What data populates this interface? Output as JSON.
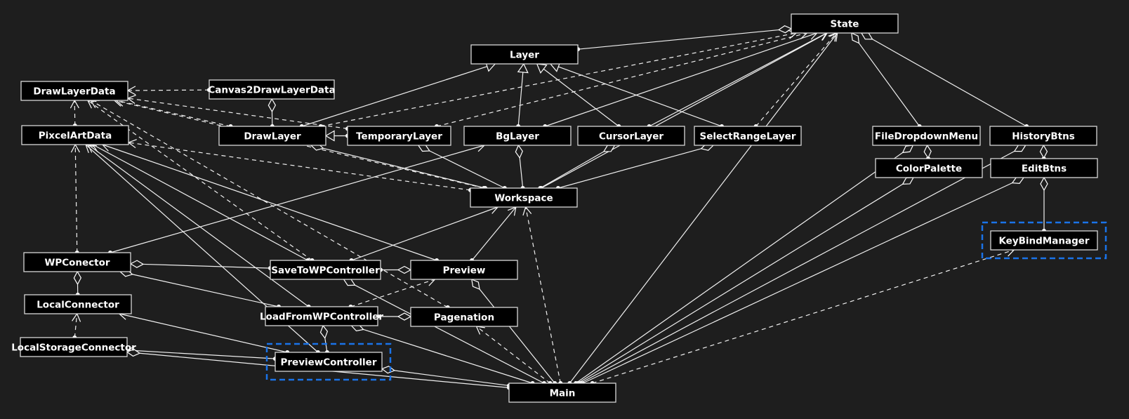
{
  "diagram": {
    "title": "Class diagram",
    "colors": {
      "background": "#1e1e1e",
      "node_fill": "#000000",
      "node_stroke": "#d8d8d8",
      "edge": "#f0f0f0",
      "highlight": "#1a73e8"
    },
    "nodes": [
      {
        "id": "State",
        "label": "State"
      },
      {
        "id": "Layer",
        "label": "Layer"
      },
      {
        "id": "DrawLayerData",
        "label": "DrawLayerData"
      },
      {
        "id": "Canvas2DrawLayerData",
        "label": "Canvas2DrawLayerData"
      },
      {
        "id": "PixcelArtData",
        "label": "PixcelArtData"
      },
      {
        "id": "DrawLayer",
        "label": "DrawLayer"
      },
      {
        "id": "TemporaryLayer",
        "label": "TemporaryLayer"
      },
      {
        "id": "BgLayer",
        "label": "BgLayer"
      },
      {
        "id": "CursorLayer",
        "label": "CursorLayer"
      },
      {
        "id": "SelectRangeLayer",
        "label": "SelectRangeLayer"
      },
      {
        "id": "FileDropdownMenu",
        "label": "FileDropdownMenu"
      },
      {
        "id": "HistoryBtns",
        "label": "HistoryBtns"
      },
      {
        "id": "ColorPalette",
        "label": "ColorPalette"
      },
      {
        "id": "EditBtns",
        "label": "EditBtns"
      },
      {
        "id": "Workspace",
        "label": "Workspace"
      },
      {
        "id": "KeyBindManager",
        "label": "KeyBindManager"
      },
      {
        "id": "WPConector",
        "label": "WPConector"
      },
      {
        "id": "SaveToWPController",
        "label": "SaveToWPController"
      },
      {
        "id": "Preview",
        "label": "Preview"
      },
      {
        "id": "LocalConnector",
        "label": "LocalConnector"
      },
      {
        "id": "LoadFromWPController",
        "label": "LoadFromWPController"
      },
      {
        "id": "Pagenation",
        "label": "Pagenation"
      },
      {
        "id": "LocalStorageConnector",
        "label": "LocalStorageConnector"
      },
      {
        "id": "PreviewController",
        "label": "PreviewController"
      },
      {
        "id": "Main",
        "label": "Main"
      }
    ],
    "highlighted": [
      "KeyBindManager",
      "PreviewController"
    ],
    "edges": [
      {
        "from": "Layer",
        "to": "State",
        "type": "aggregation"
      },
      {
        "from": "DrawLayer",
        "to": "Layer",
        "type": "inheritance"
      },
      {
        "from": "BgLayer",
        "to": "Layer",
        "type": "inheritance"
      },
      {
        "from": "CursorLayer",
        "to": "Layer",
        "type": "inheritance"
      },
      {
        "from": "SelectRangeLayer",
        "to": "Layer",
        "type": "inheritance"
      },
      {
        "from": "TemporaryLayer",
        "to": "DrawLayer",
        "type": "inheritance"
      },
      {
        "from": "Canvas2DrawLayerData",
        "to": "DrawLayerData",
        "type": "dependency"
      },
      {
        "from": "DrawLayer",
        "to": "Canvas2DrawLayerData",
        "type": "aggregation"
      },
      {
        "from": "PixcelArtData",
        "to": "DrawLayerData",
        "type": "dependency"
      },
      {
        "from": "DrawLayer",
        "to": "DrawLayerData",
        "type": "dependency"
      },
      {
        "from": "TemporaryLayer",
        "to": "DrawLayerData",
        "type": "dependency"
      },
      {
        "from": "Workspace",
        "to": "DrawLayerData",
        "type": "dependency"
      },
      {
        "from": "Workspace",
        "to": "PixcelArtData",
        "type": "dependency"
      },
      {
        "from": "TemporaryLayer",
        "to": "State",
        "type": "dependency"
      },
      {
        "from": "DrawLayer",
        "to": "State",
        "type": "dependency"
      },
      {
        "from": "BgLayer",
        "to": "State",
        "type": "association"
      },
      {
        "from": "CursorLayer",
        "to": "State",
        "type": "association"
      },
      {
        "from": "SelectRangeLayer",
        "to": "State",
        "type": "dependency"
      },
      {
        "from": "Workspace",
        "to": "State",
        "type": "association"
      },
      {
        "from": "FileDropdownMenu",
        "to": "State",
        "type": "aggregation"
      },
      {
        "from": "HistoryBtns",
        "to": "State",
        "type": "aggregation"
      },
      {
        "from": "ColorPalette",
        "to": "FileDropdownMenu",
        "type": "aggregation"
      },
      {
        "from": "EditBtns",
        "to": "HistoryBtns",
        "type": "aggregation"
      },
      {
        "from": "KeyBindManager",
        "to": "EditBtns",
        "type": "aggregation"
      },
      {
        "from": "Workspace",
        "to": "TemporaryLayer",
        "type": "aggregation"
      },
      {
        "from": "Workspace",
        "to": "BgLayer",
        "type": "aggregation"
      },
      {
        "from": "Workspace",
        "to": "CursorLayer",
        "type": "aggregation"
      },
      {
        "from": "Workspace",
        "to": "SelectRangeLayer",
        "type": "aggregation"
      },
      {
        "from": "Workspace",
        "to": "DrawLayer",
        "type": "aggregation"
      },
      {
        "from": "WPConector",
        "to": "PixcelArtData",
        "type": "dependency"
      },
      {
        "from": "LocalConnector",
        "to": "WPConector",
        "type": "aggregation"
      },
      {
        "from": "LocalStorageConnector",
        "to": "LocalConnector",
        "type": "dependency"
      },
      {
        "from": "SaveToWPController",
        "to": "WPConector",
        "type": "aggregation"
      },
      {
        "from": "SaveToWPController",
        "to": "Preview",
        "type": "aggregation"
      },
      {
        "from": "LoadFromWPController",
        "to": "WPConector",
        "type": "aggregation"
      },
      {
        "from": "LoadFromWPController",
        "to": "Pagenation",
        "type": "aggregation"
      },
      {
        "from": "LoadFromWPController",
        "to": "Preview",
        "type": "dependency"
      },
      {
        "from": "PreviewController",
        "to": "LoadFromWPController",
        "type": "aggregation"
      },
      {
        "from": "PreviewController",
        "to": "LocalConnector",
        "type": "association"
      },
      {
        "from": "PreviewController",
        "to": "LocalStorageConnector",
        "type": "association"
      },
      {
        "from": "Main",
        "to": "Workspace",
        "type": "dependency"
      },
      {
        "from": "Main",
        "to": "State",
        "type": "association"
      },
      {
        "from": "Main",
        "to": "ColorPalette",
        "type": "aggregation"
      },
      {
        "from": "Main",
        "to": "EditBtns",
        "type": "aggregation"
      },
      {
        "from": "Main",
        "to": "FileDropdownMenu",
        "type": "aggregation"
      },
      {
        "from": "Main",
        "to": "HistoryBtns",
        "type": "aggregation"
      },
      {
        "from": "Main",
        "to": "KeyBindManager",
        "type": "dependency"
      },
      {
        "from": "Main",
        "to": "PreviewController",
        "type": "aggregation"
      },
      {
        "from": "Main",
        "to": "LoadFromWPController",
        "type": "aggregation"
      },
      {
        "from": "Main",
        "to": "Pagenation",
        "type": "dependency"
      },
      {
        "from": "Main",
        "to": "SaveToWPController",
        "type": "aggregation"
      },
      {
        "from": "Main",
        "to": "Preview",
        "type": "aggregation"
      },
      {
        "from": "Main",
        "to": "LocalStorageConnector",
        "type": "aggregation"
      },
      {
        "from": "Preview",
        "to": "PixcelArtData",
        "type": "association"
      },
      {
        "from": "SaveToWPController",
        "to": "PixcelArtData",
        "type": "association"
      },
      {
        "from": "LoadFromWPController",
        "to": "PixcelArtData",
        "type": "association"
      },
      {
        "from": "PreviewController",
        "to": "PixcelArtData",
        "type": "association"
      },
      {
        "from": "Pagenation",
        "to": "DrawLayerData",
        "type": "dependency"
      },
      {
        "from": "SaveToWPController",
        "to": "DrawLayerData",
        "type": "dependency"
      },
      {
        "from": "Preview",
        "to": "Workspace",
        "type": "association"
      },
      {
        "from": "SaveToWPController",
        "to": "Workspace",
        "type": "association"
      },
      {
        "from": "WPConector",
        "to": "BgLayer",
        "type": "association"
      }
    ]
  }
}
